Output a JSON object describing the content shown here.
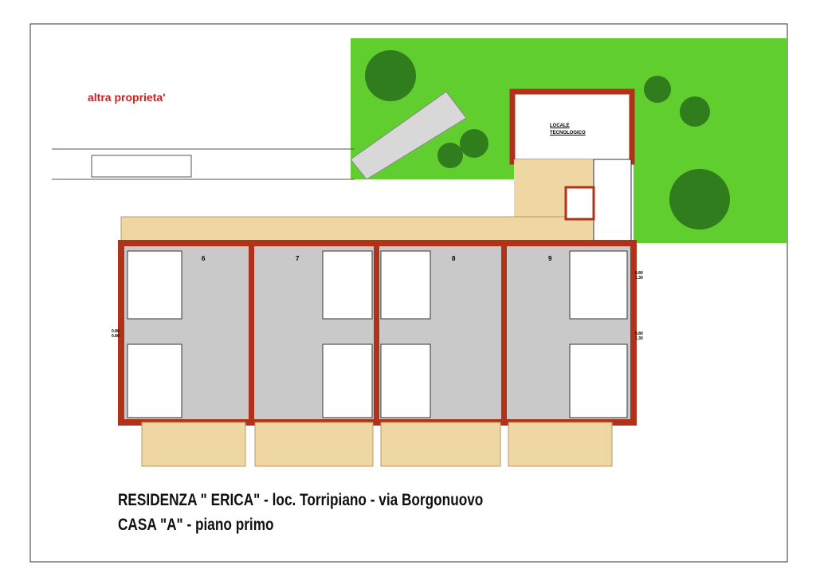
{
  "labels": {
    "neighbor": "altra proprieta'",
    "tech_room_line1": "LOCALE",
    "tech_room_line2": "TECNOLOGICO"
  },
  "units": [
    "6",
    "7",
    "8",
    "9"
  ],
  "dimensions": {
    "left_window": [
      "0.80",
      "0.80"
    ],
    "right_window_top": [
      "0.80",
      "1.30"
    ],
    "right_window_bottom": [
      "0.80",
      "1.30"
    ]
  },
  "title": {
    "line1": "RESIDENZA \" ERICA\" - loc. Torripiano - via Borgonuovo",
    "line2": "CASA \"A\" - piano primo"
  },
  "colors": {
    "wall": "#b0321b",
    "lawn": "#5fce2e",
    "deck": "#efd7a4",
    "floor": "#c9c9c9",
    "label_red": "#d21d1d"
  }
}
